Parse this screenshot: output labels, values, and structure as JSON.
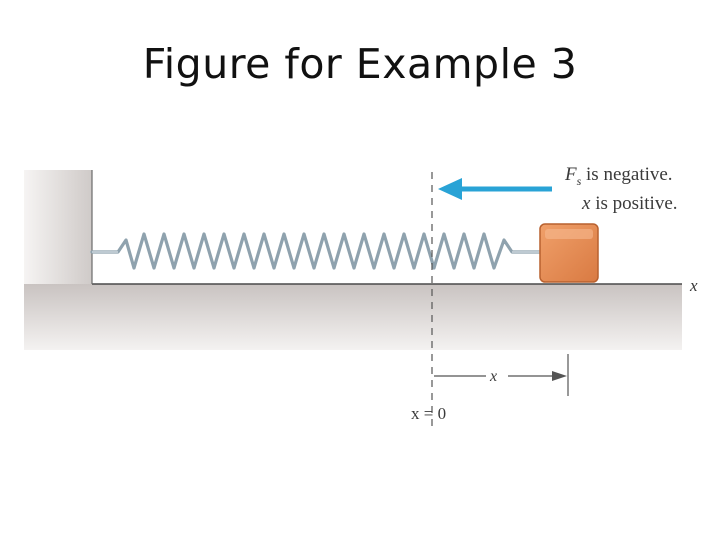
{
  "slide": {
    "title": "Figure for Example 3"
  },
  "figure": {
    "force_symbol": "F",
    "force_subscript": "s",
    "force_note": " is negative.",
    "position_symbol": "x",
    "position_note": " is positive.",
    "axis_label": "x",
    "displacement_label": "x",
    "origin_label": "x = 0",
    "colors": {
      "force_arrow": "#29a3d6",
      "block": "#e0864f",
      "block_edge": "#b8612f",
      "spring": "#8fa2ae",
      "wall": "#d8d4d2"
    }
  }
}
